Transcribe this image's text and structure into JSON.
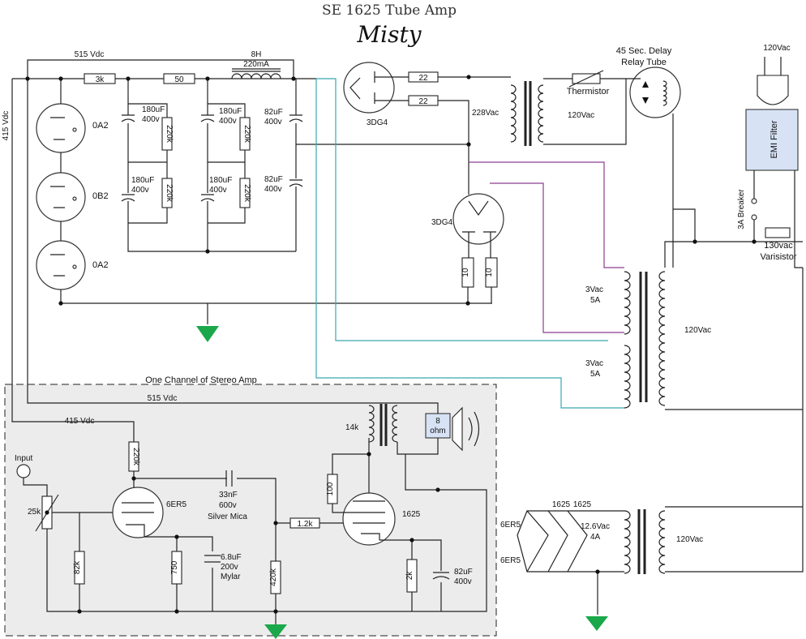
{
  "title": {
    "line1": "SE 1625 Tube Amp",
    "line2": "Misty"
  },
  "channel_label": "One Channel of Stereo Amp",
  "rails": {
    "v515_top": "515 Vdc",
    "v415_side": "415 Vdc",
    "v515_ch": "515 Vdc",
    "v415_ch": "415 Vdc"
  },
  "regulators": [
    "0A2",
    "0B2",
    "0A2"
  ],
  "supply": {
    "r3k": "3k",
    "r50": "50",
    "choke": [
      "8H",
      "220mA"
    ],
    "cap180a": [
      "180uF",
      "400v"
    ],
    "cap180b": [
      "180uF",
      "400v"
    ],
    "cap180c": [
      "180uF",
      "400v"
    ],
    "cap180d": [
      "180uF",
      "400v"
    ],
    "r220k": "220k",
    "cap82a": [
      "82uF",
      "400v"
    ],
    "cap82b": [
      "82uF",
      "400v"
    ]
  },
  "rectifier": {
    "tube": "3DG4",
    "r22": "22",
    "v228": "228Vac",
    "thermistor": "Thermistor",
    "v120": "120Vac"
  },
  "rectifier2": {
    "tube": "3DG4",
    "r10": "10"
  },
  "delay": {
    "label": [
      "45 Sec. Delay",
      "Relay Tube"
    ]
  },
  "mains": {
    "plug": "120Vac",
    "filter": "EMI Filter",
    "breaker": "3A Breaker",
    "varistor": [
      "130vac",
      "Varisistor"
    ]
  },
  "power_tx": {
    "v3a": [
      "3Vac",
      "5A"
    ],
    "v3b": [
      "3Vac",
      "5A"
    ],
    "primary": "120Vac"
  },
  "heater_tx": {
    "tube1": "1625",
    "tube2": "1625",
    "drv1": "6ER5",
    "drv2": "6ER5",
    "sec": [
      "12.6Vac",
      "4A"
    ],
    "primary": "120Vac"
  },
  "amp": {
    "input": "Input",
    "pot": "25k",
    "r82k": "82k",
    "r220k": "220k",
    "drv": "6ER5",
    "r750": "750",
    "cmylar": [
      "6.8uF",
      "200v",
      "Mylar"
    ],
    "ccoup": [
      "33nF",
      "600v",
      "Silver Mica"
    ],
    "r420k": "420k",
    "r12k": "1.2k",
    "out": "1625",
    "r100": "100",
    "r2k": "2k",
    "cbyp": [
      "82uF",
      "400v"
    ],
    "ot": "14k",
    "spk": [
      "8",
      "ohm"
    ]
  }
}
